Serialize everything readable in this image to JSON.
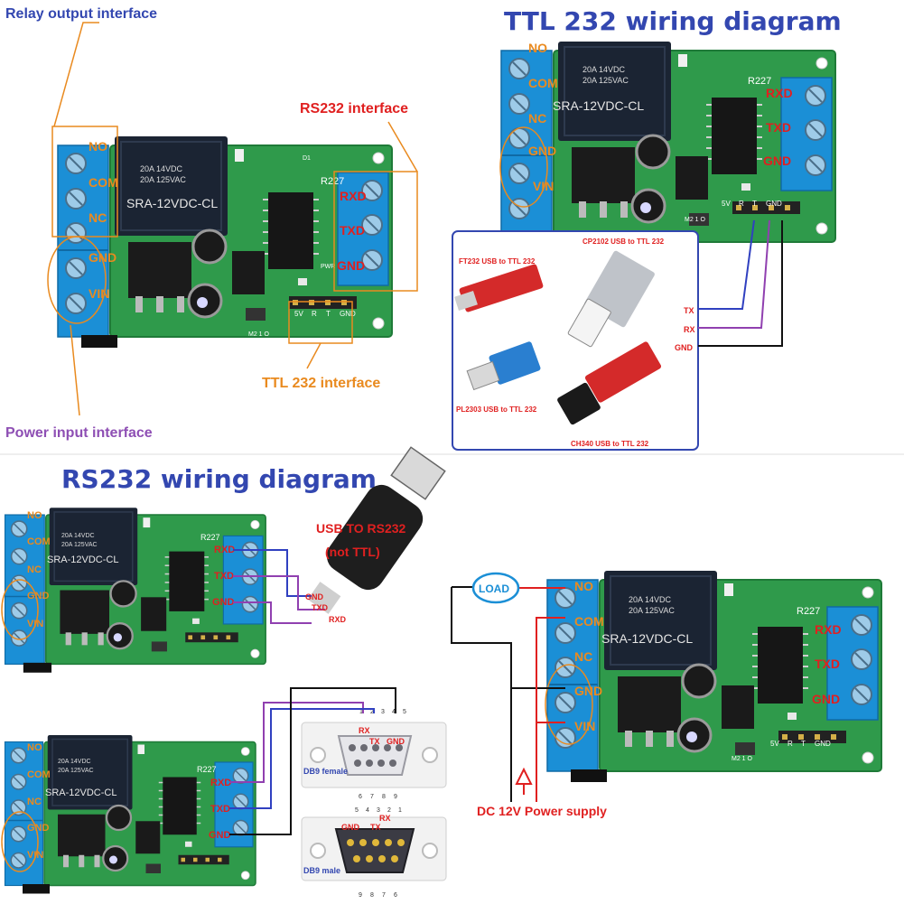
{
  "colors": {
    "pcb": "#2f9a4b",
    "pcb_dark": "#1f7a38",
    "terminal": "#1b8fd6",
    "relay": "#1b2433",
    "orange": "#e98a1f",
    "purple": "#8e4fb4",
    "red": "#e02020",
    "blue": "#3347b0",
    "wire_blue": "#3040c0",
    "wire_purple": "#9040b0",
    "wire_red": "#e02020",
    "wire_black": "#111111"
  },
  "board": {
    "relay_line1": "20A 14VDC",
    "relay_line2": "20A 125VAC",
    "relay_model": "SRA-12VDC-CL",
    "r227": "R227",
    "pins_left": [
      "NO",
      "COM",
      "NC",
      "GND",
      "VIN"
    ],
    "pins_right": [
      "RXD",
      "TXD",
      "GND"
    ],
    "ttl_header": [
      "5V",
      "R",
      "T",
      "GND"
    ],
    "jumper": "M2  1  O",
    "pwr": "PWR",
    "d1": "D1"
  },
  "panel1": {
    "relay_output": "Relay output interface",
    "rs232_interface": "RS232 interface",
    "ttl_interface": "TTL 232 interface",
    "power_input": "Power input interface"
  },
  "panel2": {
    "title": "TTL 232 wiring diagram",
    "tx": "TX",
    "rx": "RX",
    "gnd": "GND",
    "ft232": "FT232   USB to TTL 232",
    "cp2102": "CP2102 USB to TTL 232",
    "pl2303": "PL2303 USB to TTL 232",
    "ch340": "CH340   USB to TTL 232"
  },
  "panel3": {
    "title": "RS232 wiring diagram",
    "usb_rs232": "USB TO RS232",
    "not_ttl": "(not TTL)",
    "txd": "TXD",
    "rxd": "RXD",
    "gnd": "GND",
    "female": "DB9 female",
    "male": "DB9 male",
    "rx": "RX",
    "tx": "TX",
    "female_top_nums": [
      "1",
      "2",
      "3",
      "4",
      "5"
    ],
    "female_bottom_nums": [
      "6",
      "7",
      "8",
      "9"
    ],
    "male_top_nums": [
      "5",
      "4",
      "3",
      "2",
      "1"
    ],
    "male_bottom_nums": [
      "9",
      "8",
      "7",
      "6"
    ]
  },
  "panel4": {
    "load": "LOAD",
    "power_supply": "DC 12V  Power supply"
  }
}
